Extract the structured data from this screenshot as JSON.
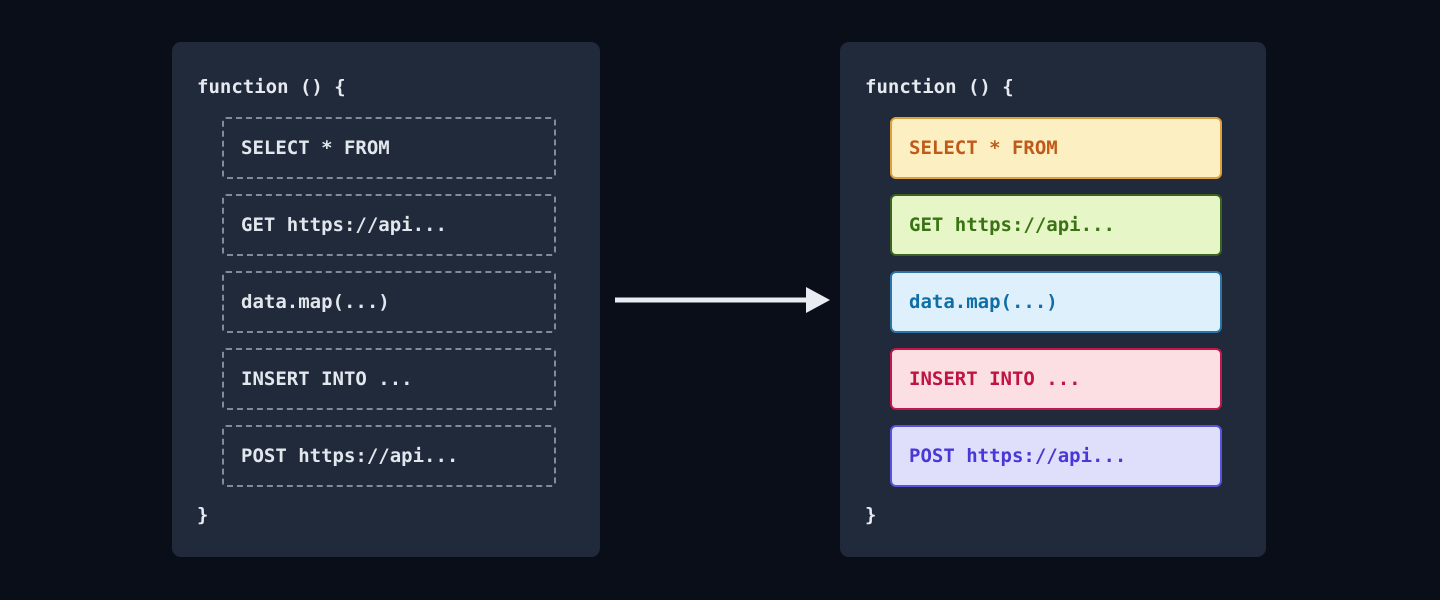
{
  "left_panel": {
    "header": "function () {",
    "footer": "}",
    "blocks": [
      {
        "label": "SELECT * FROM"
      },
      {
        "label": "GET https://api..."
      },
      {
        "label": "data.map(...)"
      },
      {
        "label": "INSERT INTO ..."
      },
      {
        "label": "POST https://api..."
      }
    ]
  },
  "right_panel": {
    "header": "function () {",
    "footer": "}",
    "blocks": [
      {
        "label": "SELECT * FROM",
        "bg": "#fcefc1",
        "border": "#dda03f",
        "text": "#c05a1b"
      },
      {
        "label": "GET https://api...",
        "bg": "#e6f6c7",
        "border": "#3c6320",
        "text": "#3a7314"
      },
      {
        "label": "data.map(...)",
        "bg": "#def0fc",
        "border": "#2b74a4",
        "text": "#0f6ea6"
      },
      {
        "label": "INSERT INTO ...",
        "bg": "#fcdfe3",
        "border": "#c3164b",
        "text": "#c01243"
      },
      {
        "label": "POST https://api...",
        "bg": "#e0dffb",
        "border": "#5a52da",
        "text": "#4838d8"
      }
    ]
  },
  "arrow": {
    "name": "transform-arrow",
    "color": "#e9ecf2"
  },
  "colors": {
    "page_background": "#0a0e18",
    "panel_background": "#202a3a",
    "panel_text": "#e6eaf0",
    "dashed_border": "#808b9c"
  }
}
